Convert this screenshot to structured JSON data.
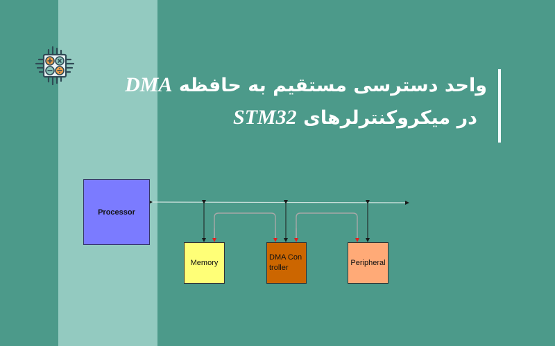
{
  "background": {
    "primary_color": "#4c9a8a",
    "band_color": "#93cac0",
    "accent_bar_color": "#f4fbff"
  },
  "logo": {
    "icon": "microchip-calculator-icon",
    "symbols": [
      "plus",
      "multiply",
      "minus",
      "divide"
    ],
    "colors": {
      "orange": "#f0a04b",
      "teal": "#6fb3a6",
      "outline": "#2f4a55"
    }
  },
  "title": {
    "line1_text": "واحد دسترسی مستقیم به حافظه",
    "line1_latin": "DMA",
    "line2_text": "در میکروکنترلرهای",
    "line2_latin": "STM32"
  },
  "diagram": {
    "blocks": [
      {
        "id": "processor",
        "label": "Processor",
        "color": "#7b7bff"
      },
      {
        "id": "memory",
        "label": "Memory",
        "color": "#ffff77"
      },
      {
        "id": "dma",
        "label": "DMA Con troller",
        "line1": "DMA Con",
        "line2": "troller",
        "color": "#cc6600"
      },
      {
        "id": "peripheral",
        "label": "Peripheral",
        "color": "#ffaa77"
      }
    ],
    "bus": {
      "description": "shared system bus",
      "color": "#cfe3df"
    },
    "arrow_colors": {
      "bus": "#1a1a1a",
      "dma_control": "#e02020",
      "dma_path": "#b0b0b0"
    }
  }
}
